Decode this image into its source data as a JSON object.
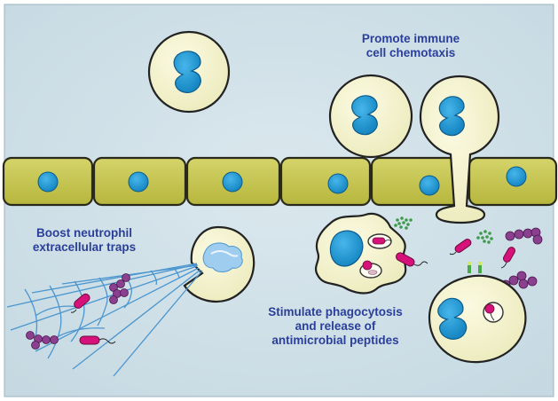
{
  "colors": {
    "background": "#cfe0e8",
    "cell_fill": "#f2f0c8",
    "epithelium_fill": "#c7c651",
    "nucleus": "#1f9ad6",
    "bacteria_magenta": "#d6127a",
    "bacteria_purple": "#8b3f8f",
    "net_lines": "#4b96cf",
    "granules": "#3e9a4a",
    "receptor": "#4aa84a",
    "text": "#2a3f9a"
  },
  "labels": {
    "chemotaxis": [
      "Promote immune",
      "cell chemotaxis"
    ],
    "net": [
      "Boost neutrophil",
      "extracellular traps"
    ],
    "phagocytosis": [
      "Stimulate phagocytosis",
      "and release of",
      "antimicrobial peptides"
    ]
  }
}
